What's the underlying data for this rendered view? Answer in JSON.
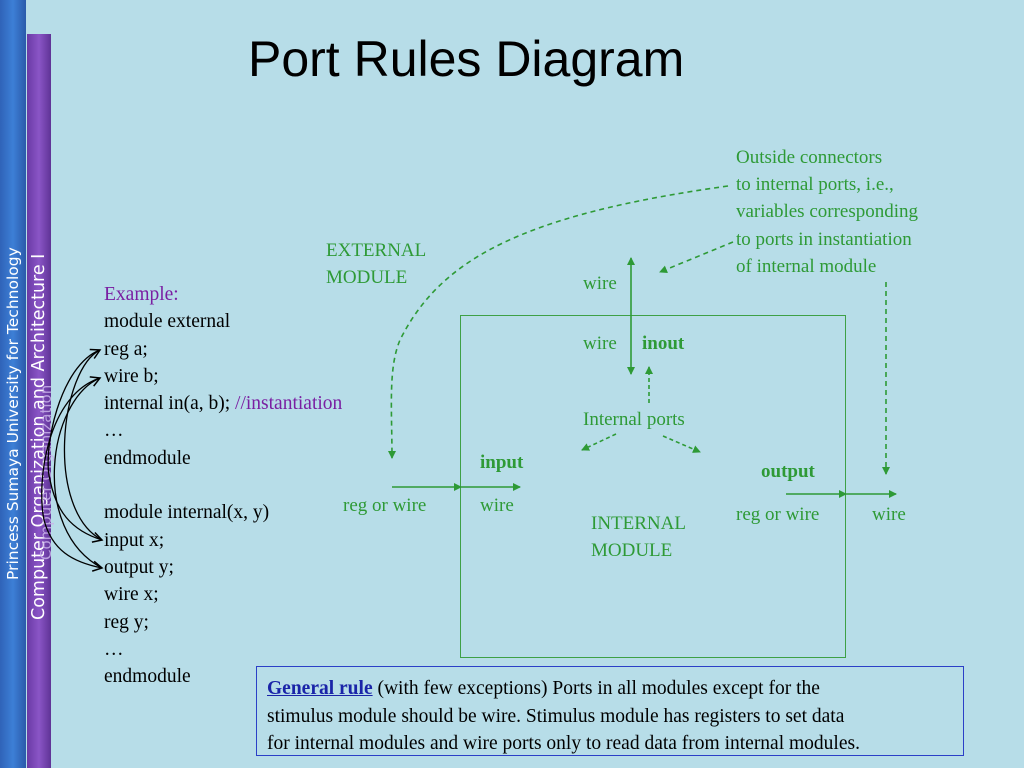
{
  "sidebar": {
    "institution": "Princess Sumaya University for Technology",
    "course": "Computer Organization and Architecture I",
    "watermark": "Computer Organization"
  },
  "title": "Port Rules Diagram",
  "code": {
    "example_label": "Example:",
    "lines_a": [
      "module external",
      "reg a;",
      "wire b;"
    ],
    "inst_stmt": "internal in(a, b); ",
    "inst_comment": "//instantiation",
    "lines_b": [
      "…",
      "endmodule",
      "",
      "module internal(x, y)",
      "input x;",
      "output y;",
      "wire x;",
      "reg y;",
      "…",
      "endmodule"
    ]
  },
  "diagram": {
    "external_module": [
      "EXTERNAL",
      "MODULE"
    ],
    "internal_module": [
      "INTERNAL",
      "MODULE"
    ],
    "outside_note": [
      "Outside connectors",
      "to internal ports, i.e.,",
      "variables corresponding",
      "to ports in instantiation",
      "of internal module"
    ],
    "inout": {
      "outer": "wire",
      "inner": "wire",
      "label": "inout"
    },
    "internal_ports": "Internal ports",
    "input": {
      "label": "input",
      "outer": "reg or wire",
      "inner": "wire"
    },
    "output": {
      "label": "output",
      "inner": "reg or wire",
      "outer": "wire"
    }
  },
  "general_rule": {
    "heading": "General rule",
    "text_line1": " (with few exceptions) Ports in all modules except for the",
    "text_line2": "stimulus module should be wire. Stimulus module has registers to set data",
    "text_line3": "for internal modules and wire ports only to read data from internal modules."
  },
  "colors": {
    "background": "#b7dde8",
    "diagram_green": "#2e9a36",
    "comment_purple": "#7a1fa2",
    "rule_blue": "#1a24a8"
  }
}
